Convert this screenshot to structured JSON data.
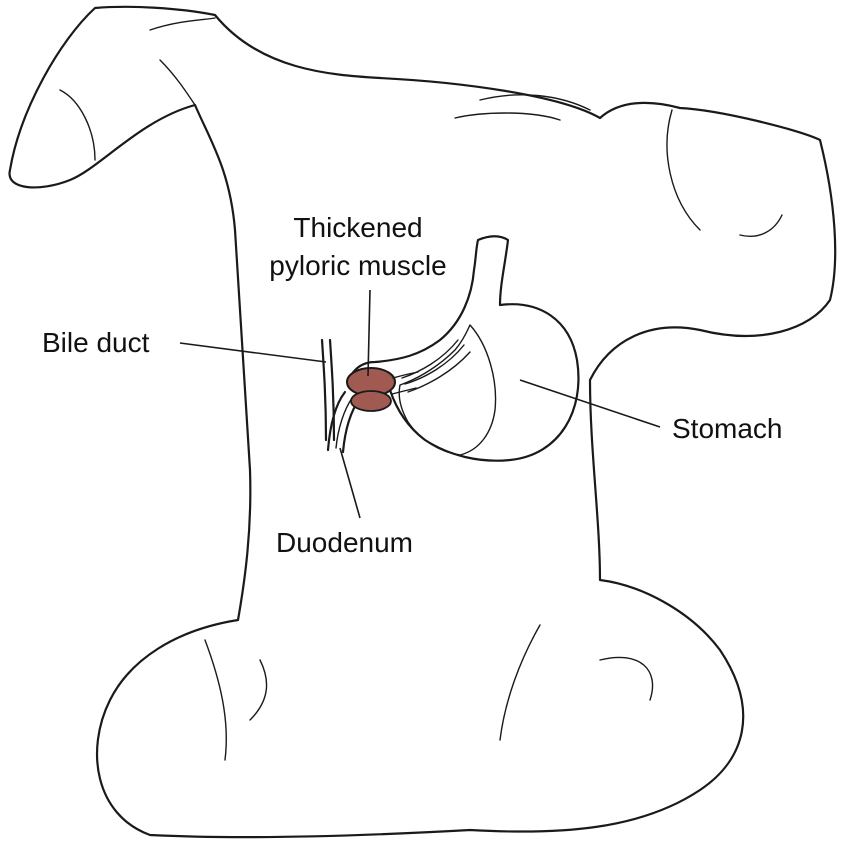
{
  "colors": {
    "skin": "#f7e6df",
    "stomach": "#e7a9a8",
    "stomach_dark": "#c98585",
    "pylorus": "#a05a52",
    "stipple": "#7a3c38"
  },
  "labels": {
    "thickened": "Thickened",
    "pyloric_muscle": "pyloric muscle",
    "bile_duct": "Bile duct",
    "stomach": "Stomach",
    "duodenum": "Duodenum"
  }
}
